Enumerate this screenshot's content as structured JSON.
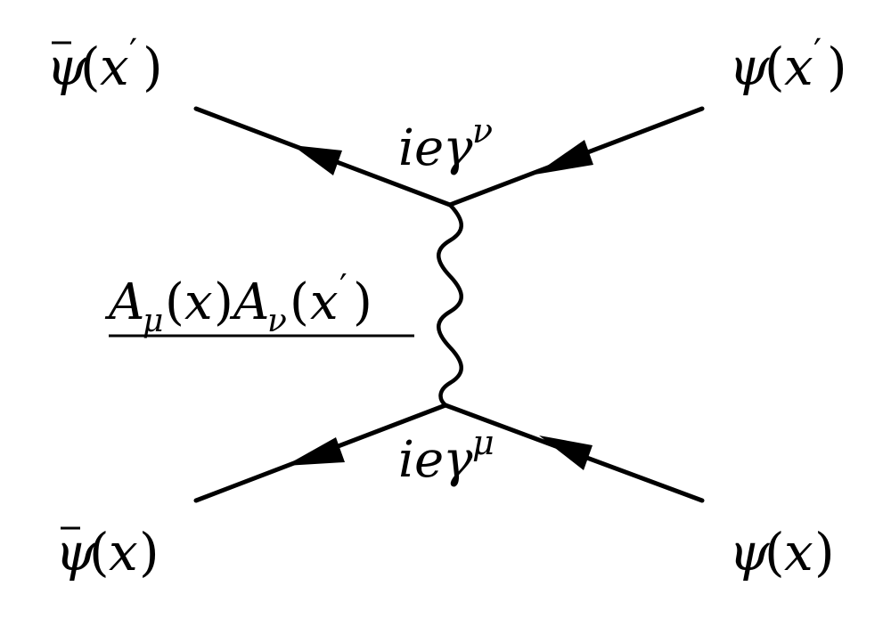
{
  "labels": {
    "top_left": {
      "psi": "ψ",
      "open": "(",
      "x": "x",
      "prime": "′",
      "close": ")"
    },
    "top_right": {
      "psi": "ψ",
      "open": "(",
      "x": "x",
      "prime": "′",
      "close": ")"
    },
    "bottom_left": {
      "psi": "ψ",
      "open": "(",
      "x": "x",
      "close": ")"
    },
    "bottom_right": {
      "psi": "ψ",
      "open": "(",
      "x": "x",
      "close": ")"
    },
    "vertex_top": {
      "i": "i",
      "e": "e",
      "gamma": "γ",
      "index": "ν"
    },
    "vertex_bottom": {
      "i": "i",
      "e": "e",
      "gamma": "γ",
      "index": "μ"
    },
    "propagator": {
      "A1": "A",
      "sub1": "μ",
      "open1": "(",
      "x1": "x",
      "close1": ")",
      "A2": "A",
      "sub2": "ν",
      "open2": "(",
      "x2": "x",
      "prime": "′",
      "close2": ")"
    }
  }
}
